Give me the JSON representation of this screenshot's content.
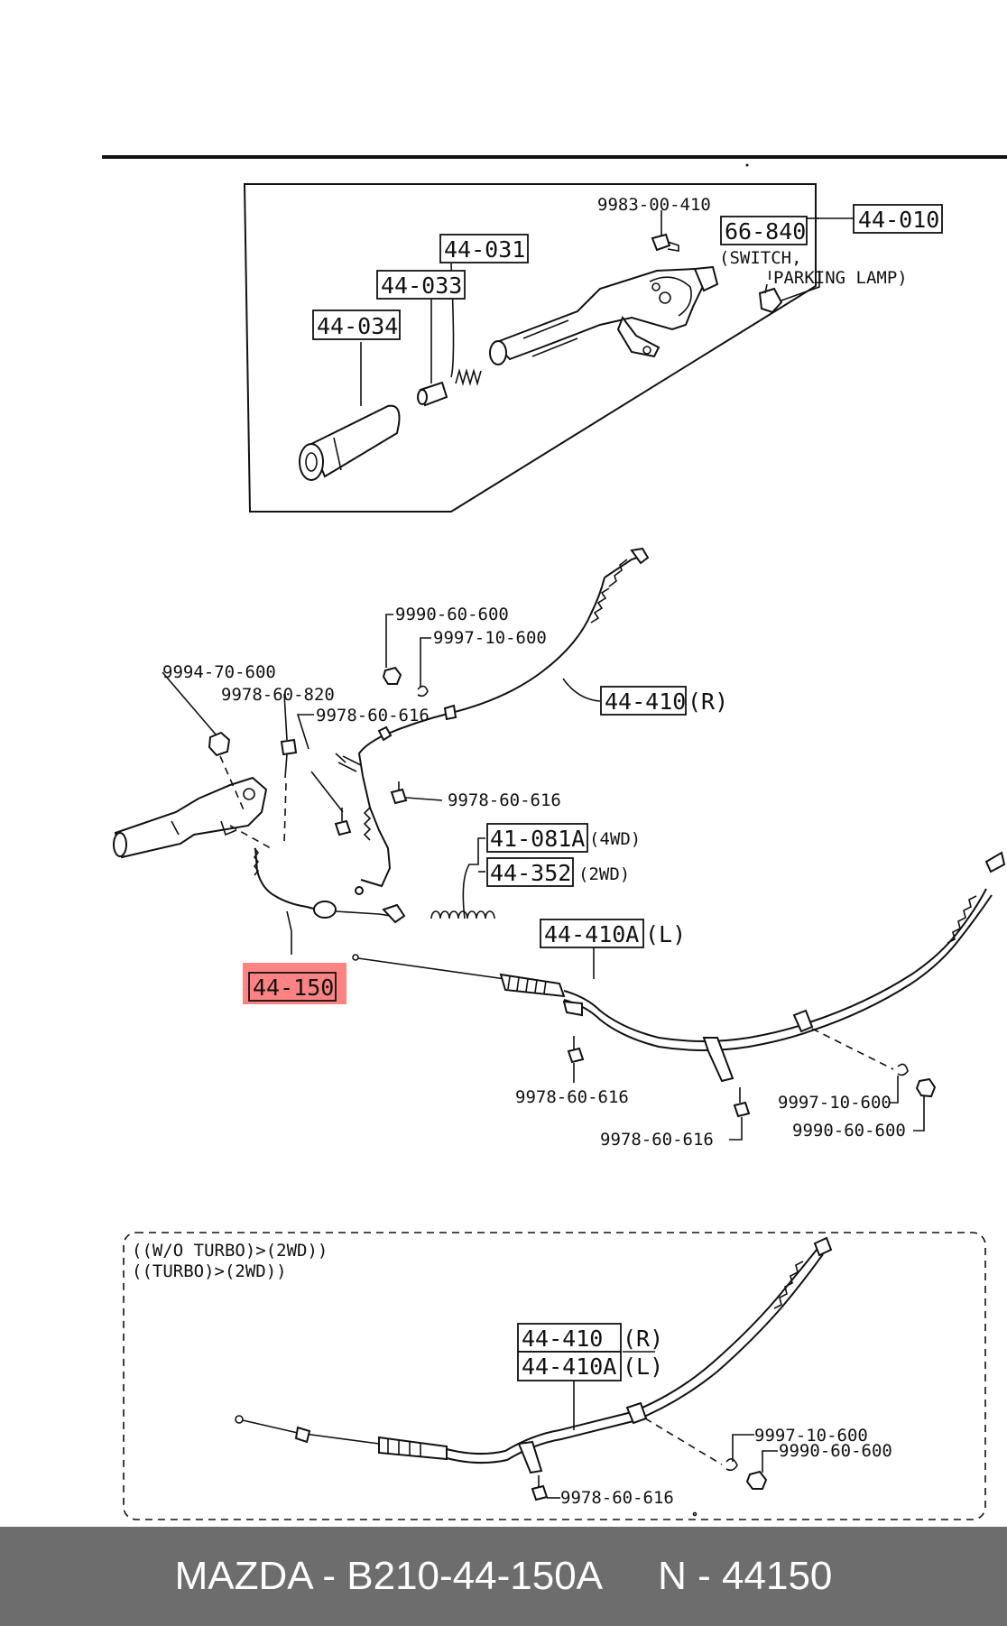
{
  "lever_assembly": {
    "labels": {
      "p44_010": "44-010",
      "p66_840": "66-840",
      "switch": "(SWITCH,",
      "parking_lamp": "PARKING LAMP)",
      "p9983": "9983-00-410",
      "p44_031": "44-031",
      "p44_033": "44-033",
      "p44_034": "44-034"
    }
  },
  "cable_assembly": {
    "labels": {
      "p9990_top": "9990-60-600",
      "p9997_top": "9997-10-600",
      "p9994": "9994-70-600",
      "p9978_820": "9978-60-820",
      "p9978_616_a": "9978-60-616",
      "p44_410": "44-410",
      "r": "(R)",
      "p9978_616_b": "9978-60-616",
      "p41_081a": "41-081A",
      "fwd": "(4WD)",
      "p44_352": "44-352",
      "twd": "(2WD)",
      "p44_410a": "44-410A",
      "l": "(L)",
      "p44_150": "44-150",
      "p9978_616_c": "9978-60-616",
      "p9978_616_d": "9978-60-616",
      "p9997_bot": "9997-10-600",
      "p9990_bot": "9990-60-600"
    }
  },
  "variant": {
    "line1": "((W/O TURBO)>(2WD))",
    "line2": "((TURBO)>(2WD))",
    "p44_410": "44-410",
    "r": "(R)",
    "p44_410a": "44-410A",
    "l": "(L)",
    "p9997": "9997-10-600",
    "p9990": "9990-60-600",
    "p9978": "9978-60-616"
  },
  "highlight_color": "#ff5a5a",
  "footer": {
    "left": "MAZDA - B210-44-150A",
    "right": "N - 44150"
  }
}
